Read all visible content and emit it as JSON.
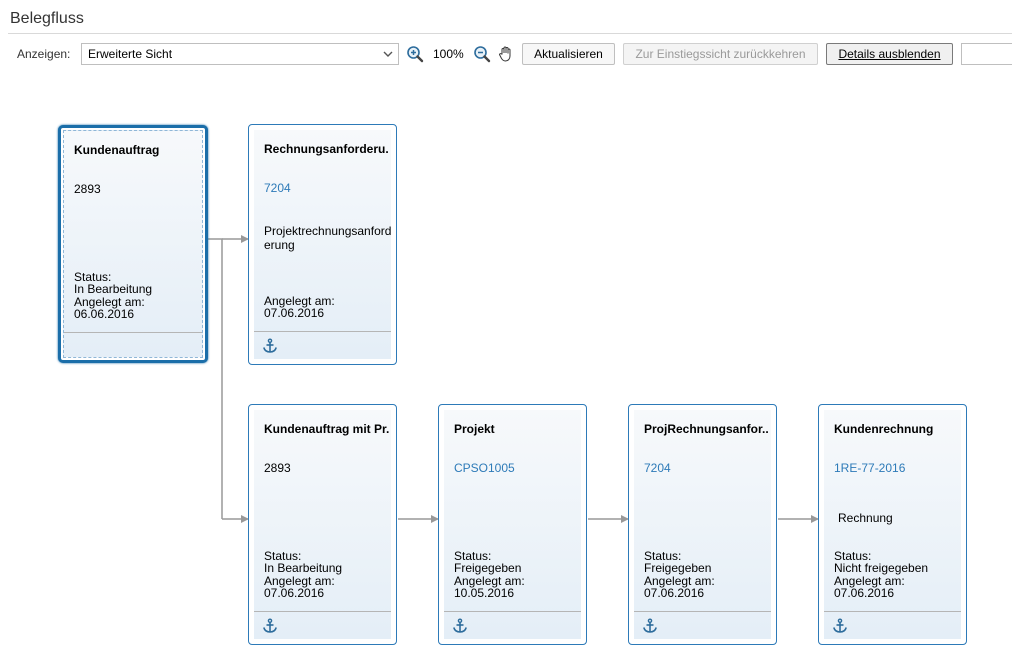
{
  "page": {
    "title": "Belegfluss"
  },
  "toolbar": {
    "show_label": "Anzeigen:",
    "view_value": "Erweiterte Sicht",
    "zoom_in_icon": "zoom-in-icon",
    "zoom_level": "100%",
    "zoom_out_icon": "zoom-out-icon",
    "pan_icon": "hand-pan-icon",
    "refresh_label": "Aktualisieren",
    "back_label": "Zur Einstiegssicht zurückkehren",
    "details_label": "Details ausblenden",
    "search_value": ""
  },
  "colors": {
    "accent": "#2d7ab8",
    "selected_border": "#1b6ea9",
    "connector": "#999999"
  },
  "cards": [
    {
      "title": "Kundenauftrag",
      "number": "2893",
      "status_label": "Status:",
      "status_value": "In Bearbeitung",
      "created_label": "Angelegt am:",
      "created_value": "06.06.2016",
      "icon": ""
    },
    {
      "title": "Rechnungsanforderu.",
      "number": "7204",
      "description": "Projektrechnungsanforderung",
      "created_label": "Angelegt am:",
      "created_value": "07.06.2016",
      "icon": "anchor-icon"
    },
    {
      "title": "Kundenauftrag mit Pr.",
      "number": "2893",
      "status_label": "Status:",
      "status_value": "In Bearbeitung",
      "created_label": "Angelegt am:",
      "created_value": "07.06.2016",
      "icon": "anchor-icon"
    },
    {
      "title": "Projekt",
      "number": "CPSO1005",
      "status_label": "Status:",
      "status_value": "Freigegeben",
      "created_label": "Angelegt am:",
      "created_value": "10.05.2016",
      "icon": "anchor-icon"
    },
    {
      "title": "ProjRechnungsanfor..",
      "number": "7204",
      "status_label": "Status:",
      "status_value": "Freigegeben",
      "created_label": "Angelegt am:",
      "created_value": "07.06.2016",
      "icon": "anchor-icon"
    },
    {
      "title": "Kundenrechnung",
      "number": "1RE-77-2016",
      "description": "Rechnung",
      "status_label": "Status:",
      "status_value": "Nicht freigegeben",
      "created_label": "Angelegt am:",
      "created_value": "07.06.2016",
      "icon": "anchor-icon"
    }
  ]
}
